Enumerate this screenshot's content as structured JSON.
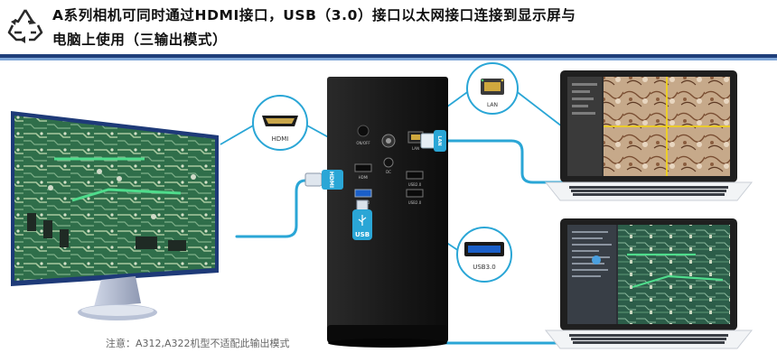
{
  "header": {
    "title_line1": "A系列相机可同时通过HDMI接口，USB（3.0）接口以太网接口连接到显示屏与",
    "title_line2": "电脑上使用（三输出模式）"
  },
  "labels": {
    "hdmi_callout": "HDMI",
    "lan_callout": "LAN",
    "usb3_callout": "USB3.0",
    "usb_plug": "USB",
    "hdmi_plug": "HDMI",
    "lan_plug": "LAN",
    "port_usb3": "USB3.0",
    "port_usb2a": "USB2.0",
    "port_usb2b": "USB2.0",
    "port_onoff": "ON/OFF",
    "port_hdmi": "HDMI",
    "port_lan": "LAN",
    "port_dc": "DC"
  },
  "note": "注意：A312,A322机型不适配此输出模式",
  "colors": {
    "cable": "#2aa6d6",
    "header_rule": "#1f3f7a",
    "camera_body": "#1c1c1c",
    "pcb_green": "#3b7e54"
  }
}
